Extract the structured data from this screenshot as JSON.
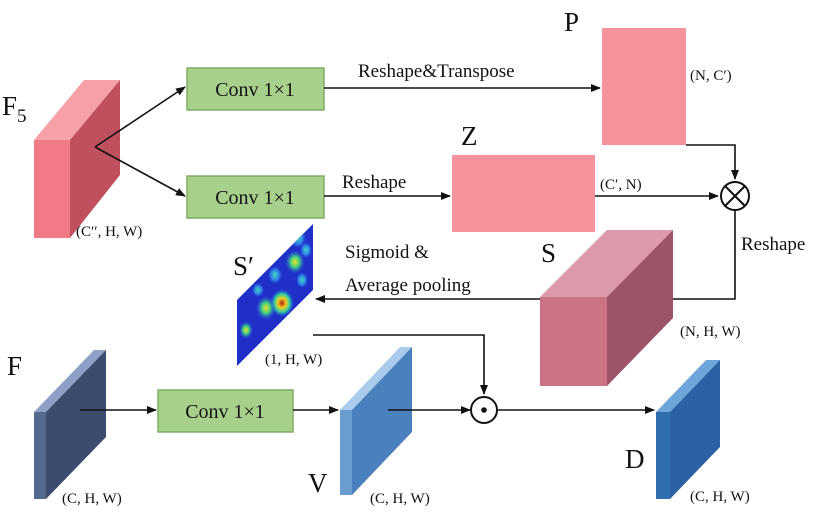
{
  "labels": {
    "F5_letter": "F",
    "F5_sub": "5",
    "P": "P",
    "Z": "Z",
    "S": "S",
    "S_prime": "S′",
    "F": "F",
    "V": "V",
    "D": "D"
  },
  "conv": {
    "top": "Conv 1×1",
    "middle": "Conv 1×1",
    "bottom": "Conv 1×1"
  },
  "arrows": {
    "reshape_transpose": "Reshape&Transpose",
    "reshape_z": "Reshape",
    "reshape_s": "Reshape",
    "sigmoid_line1": "Sigmoid &",
    "sigmoid_line2": "Average pooling"
  },
  "dims": {
    "F5": "(C′′, H, W)",
    "P": "(N, C′)",
    "Z": "(C′, N)",
    "S": "(N, H, W)",
    "S_prime": "(1, H, W)",
    "F": "(C, H, W)",
    "V": "(C, H, W)",
    "D": "(C, H, W)"
  },
  "operators": {
    "matmul": "⊗",
    "elementwise": "⊙"
  },
  "colors": {
    "f5_front": "#f07a86",
    "f5_side": "#c0505e",
    "f5_top": "#f6a0a8",
    "p_box": "#f4939b",
    "z_box": "#f4939b",
    "s_front": "#c97384",
    "s_side": "#9e5468",
    "s_top": "#dd9aaa",
    "conv_fill": "#a8d08d",
    "conv_border": "#7fae62",
    "f_front": "#55688d",
    "f_side": "#3b4c6e",
    "f_top": "#8ea0c5",
    "v_front": "#6a9cd0",
    "v_side": "#4a80bd",
    "v_top": "#a9cbec",
    "d_front": "#2f6fb0",
    "d_side": "#2c62a3",
    "d_top": "#6ea6dc",
    "heatmap_bg": "#1f2fc8"
  }
}
